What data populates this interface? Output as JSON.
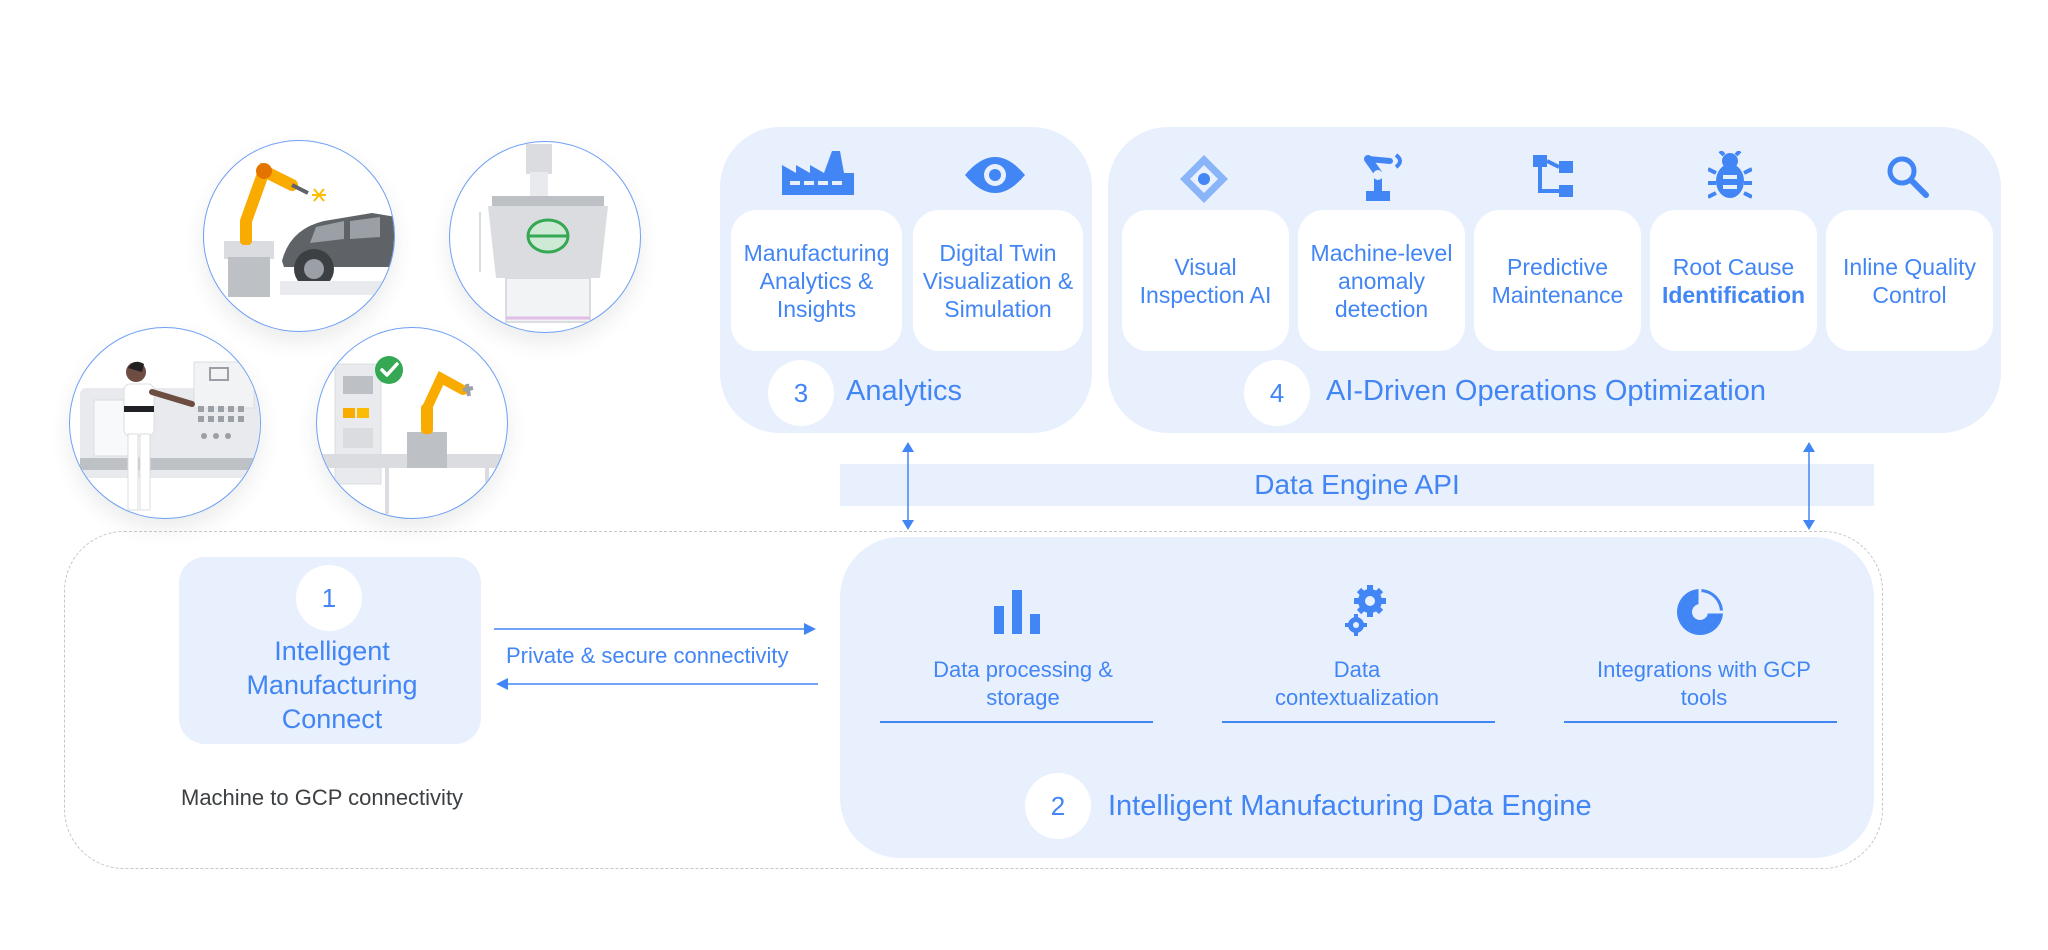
{
  "analytics": {
    "number": "3",
    "title": "Analytics",
    "cards": [
      {
        "label": "Manufacturing Analytics & Insights",
        "icon": "factory-icon"
      },
      {
        "label": "Digital Twin Visualization & Simulation",
        "icon": "eye-icon"
      }
    ]
  },
  "ai_ops": {
    "number": "4",
    "title": "AI-Driven Operations Optimization",
    "cards": [
      {
        "label": "Visual Inspection AI",
        "icon": "diamond-eye-icon"
      },
      {
        "label": "Machine-level anomaly detection",
        "icon": "robot-arm-icon"
      },
      {
        "label": "Predictive Maintenance",
        "icon": "hierarchy-icon"
      },
      {
        "label_part1": "Root Cause",
        "label_part2": "Identification",
        "icon": "bug-icon"
      },
      {
        "label": "Inline Quality Control",
        "icon": "magnifier-icon"
      }
    ]
  },
  "api": {
    "label": "Data Engine API"
  },
  "connect": {
    "number": "1",
    "title": "Intelligent Manufacturing Connect",
    "caption": "Machine to GCP connectivity",
    "link_label": "Private & secure connectivity"
  },
  "engine": {
    "number": "2",
    "title": "Intelligent Manufacturing Data Engine",
    "items": [
      {
        "label": "Data processing & storage",
        "icon": "bar-chart-icon"
      },
      {
        "label": "Data contextualization",
        "icon": "gears-icon"
      },
      {
        "label": "Integrations with GCP tools",
        "icon": "pie-chart-icon"
      }
    ]
  },
  "colors": {
    "accent": "#4285f4",
    "panel": "#e8f0fe",
    "text_dark": "#3c4043",
    "robot": "#f9ab00",
    "check": "#34a853"
  }
}
